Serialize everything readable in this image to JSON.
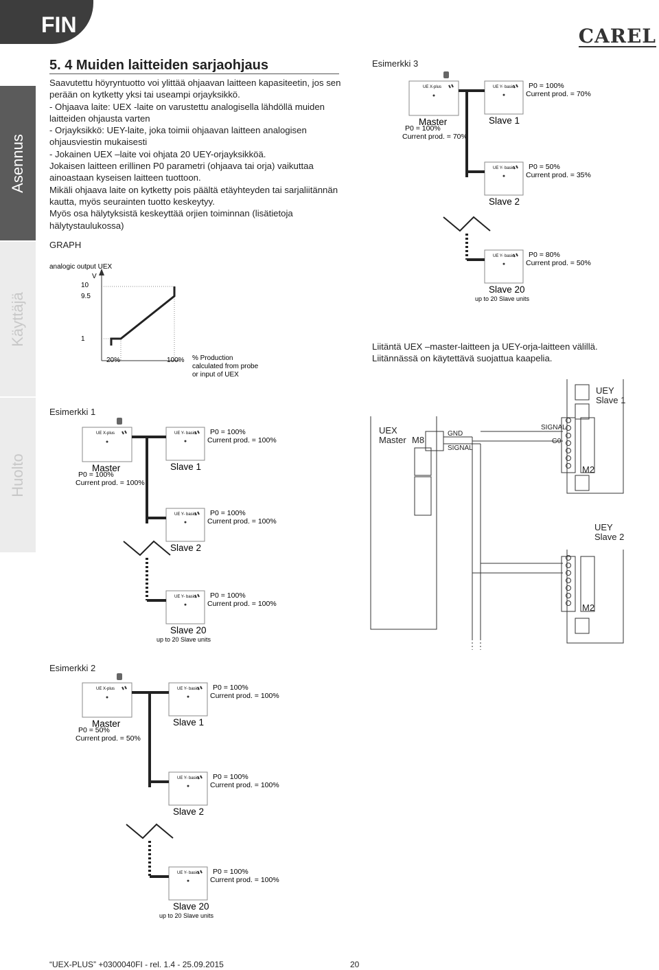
{
  "header": {
    "lang": "FIN",
    "brand": "CAREL"
  },
  "side_tabs": [
    "Asennus",
    "Käyttäjä",
    "Huolto"
  ],
  "section": {
    "title": "5. 4 Muiden laitteiden  sarjaohjaus",
    "paragraphs": [
      "Saavutettu höyryntuotto voi ylittää ohjaavan laitteen kapasiteetin, jos sen perään on kytketty yksi tai useampi orjayksikkö.",
      "- Ohjaava laite: UEX -laite on varustettu analogisella lähdöllä muiden laitteiden ohjausta varten",
      "- Orjayksikkö: UEY-laite, joka toimii ohjaavan laitteen analogisen ohjausviestin mukaisesti",
      "- Jokainen UEX –laite voi ohjata 20 UEY-orjayksikköä.",
      "Jokaisen laitteen erillinen P0 parametri (ohjaava tai orja) vaikuttaa ainoastaan kyseisen laitteen tuottoon.",
      "Mikäli ohjaava laite on kytketty pois päältä etäyhteyden tai sarjaliitännän kautta, myös seurainten tuotto keskeytyy.",
      "Myös osa hälytyksistä keskeyttää orjien toiminnan (lisätietoja hälytystaulukossa)"
    ]
  },
  "graph": {
    "heading": "GRAPH",
    "title": "analogic output UEX",
    "y_unit": "V",
    "x_label_lines": [
      "% Production",
      "calculated from probe",
      "or input of UEX"
    ],
    "y_ticks": [
      "10",
      "9.5",
      "1"
    ],
    "x_ticks": [
      "20%",
      "100%"
    ]
  },
  "chart_data": {
    "type": "line",
    "title": "analogic output UEX",
    "xlabel": "% Production calculated from probe or input of UEX",
    "ylabel": "V",
    "x": [
      0,
      20,
      100
    ],
    "y": [
      1,
      1,
      9.5
    ],
    "x_ticks": [
      "20%",
      "100%"
    ],
    "y_ticks": [
      1,
      9.5,
      10
    ],
    "ylim": [
      0,
      10
    ],
    "grid": false
  },
  "examples": {
    "ex1": {
      "title": "Esimerkki 1",
      "master": {
        "chip": "UE X-plus",
        "name": "Master",
        "p0": "P0 = 100%",
        "cur": "Current prod. = 100%"
      },
      "s1": {
        "chip": "UE Y- basic",
        "name": "Slave 1",
        "p0": "P0 = 100%",
        "cur": "Current prod. = 100%"
      },
      "s2": {
        "chip": "UE Y- basic",
        "name": "Slave 2",
        "p0": "P0 = 100%",
        "cur": "Current prod. = 100%"
      },
      "s20": {
        "chip": "UE Y- basic",
        "name": "Slave 20",
        "p0": "P0 = 100%",
        "cur": "Current prod. = 100%"
      },
      "note": "up to 20 Slave units"
    },
    "ex2": {
      "title": "Esimerkki 2",
      "master": {
        "chip": "UE X-plus",
        "name": "Master",
        "p0": "P0 = 50%",
        "cur": "Current prod. = 50%"
      },
      "s1": {
        "chip": "UE Y- basic",
        "name": "Slave 1",
        "p0": "P0 = 100%",
        "cur": "Current prod. = 100%"
      },
      "s2": {
        "chip": "UE Y- basic",
        "name": "Slave 2",
        "p0": "P0 = 100%",
        "cur": "Current prod. = 100%"
      },
      "s20": {
        "chip": "UE Y- basic",
        "name": "Slave 20",
        "p0": "P0 = 100%",
        "cur": "Current prod. = 100%"
      },
      "note": "up to 20 Slave units"
    },
    "ex3": {
      "title": "Esimerkki  3",
      "master": {
        "chip": "UE X-plus",
        "name": "Master",
        "p0": "P0 = 100%",
        "cur": "Current prod. = 70%"
      },
      "s1": {
        "chip": "UE Y- basic",
        "name": "Slave 1",
        "p0": "P0 = 100%",
        "cur": "Current prod. = 70%"
      },
      "s2": {
        "chip": "UE Y- basic",
        "name": "Slave 2",
        "p0": "P0 = 50%",
        "cur": "Current prod. = 35%"
      },
      "s20": {
        "chip": "UE Y- basic",
        "name": "Slave 20",
        "p0": "P0 = 80%",
        "cur": "Current prod. = 50%"
      },
      "note": "up to 20 Slave units"
    }
  },
  "wiring": {
    "caption": "Liitäntä UEX –master-laitteen ja UEY-orja-laitteen välillä. Liitännässä on käytettävä suojattua kaapelia.",
    "uex": "UEX",
    "master": "Master",
    "m8": "M8",
    "gnd": "GND",
    "signal": "SIGNAL",
    "g0": "G0",
    "m2": "M2",
    "uey": "UEY",
    "slave1": "Slave 1",
    "slave2": "Slave 2"
  },
  "footer": {
    "doc": "“UEX-PLUS” +0300040FI - rel. 1.4 - 25.09.2015",
    "page": "20"
  }
}
